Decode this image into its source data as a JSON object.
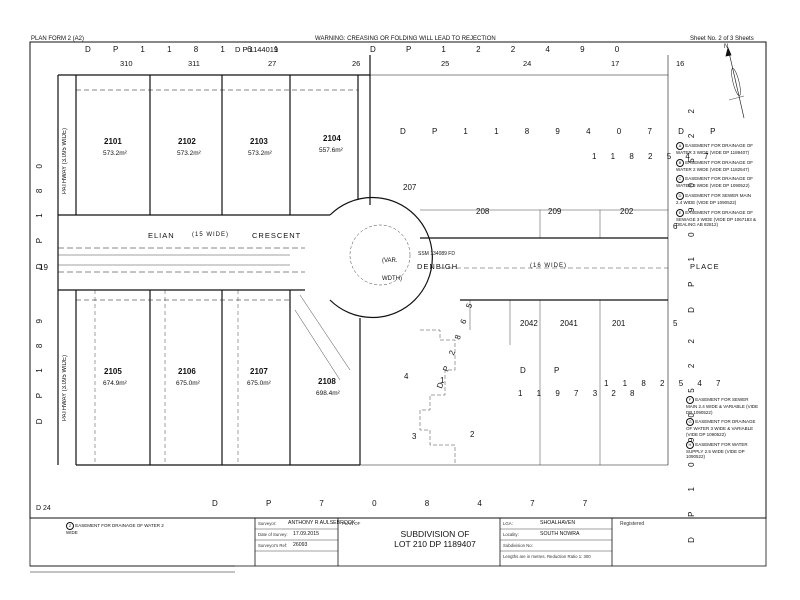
{
  "header": {
    "form": "PLAN FORM 2 (A2)",
    "warning": "WARNING: CREASING OR FOLDING WILL LEAD TO REJECTION",
    "sheet": "Sheet No. 2 of 3 Sheets"
  },
  "top_numbers": {
    "dp_left": "D P  1 1 8 1 6 1",
    "dp_left2": "D P 1144019",
    "lots": [
      "310",
      "311",
      "27",
      "26",
      "25",
      "24",
      "17",
      "16"
    ],
    "dp_right": "D P   1 2 2 4 9 0"
  },
  "lots": [
    {
      "id": "2101",
      "area": "573.2m²"
    },
    {
      "id": "2102",
      "area": "573.2m²"
    },
    {
      "id": "2103",
      "area": "573.2m²"
    },
    {
      "id": "2104",
      "area": "557.6m²"
    },
    {
      "id": "2105",
      "area": "674.9m²"
    },
    {
      "id": "2106",
      "area": "675.0m²"
    },
    {
      "id": "2107",
      "area": "675.0m²"
    },
    {
      "id": "2108",
      "area": "698.4m²"
    }
  ],
  "roads": {
    "elian": "ELIAN",
    "elian_width": "(15  WIDE)",
    "crescent": "CRESCENT",
    "denbigh": "DENBIGH",
    "denbigh_width": "(16  WIDE)",
    "place": "PLACE",
    "var": "(VAR.",
    "width": "WDTH)",
    "pathway1": "PATHWAY (3.095 WIDE)",
    "pathway2": "PATHWAY (3.095 WIDE)"
  },
  "neighbours": {
    "dp_mid": "D P   1 1 8 9 4 0 7   D P",
    "dp_right_top": "1 1 8 2 5 4 7",
    "lot_207": "207",
    "lot_208": "208",
    "lot_209": "209",
    "lot_202": "202",
    "lot_6": "6",
    "lot_5": "5",
    "lot_2042": "2042",
    "lot_2041": "2041",
    "lot_201": "201",
    "dp_lower": "1 1 9 7 3 2 8",
    "dp_lower_right": "1 1 8 2 5 4 7",
    "dp_bottom": "D P   7 0 8 4 7 7",
    "dp_side_right": "D P  1 0 9 0 5 2 2",
    "dp_side_right2": "D P  1 0 9 0 5 2 2",
    "dp_left_side": "D P  1 8 0",
    "dp_left_side2": "D P  1 8 9",
    "lot_24": "D 24",
    "lot_19": "19",
    "dp_286": "D P 2 8 6 5",
    "ssm": "SSM 134089 FD",
    "dp_small": "D P",
    "lot_3": "3",
    "lot_4": "4",
    "lot_1": "1",
    "lot_2": "2"
  },
  "legend_right_top": [
    {
      "sym": "A",
      "text": "EASEMENT FOR DRAINAGE OF WATER 3 WIDE (VIDE DP 1189407)"
    },
    {
      "sym": "B",
      "text": "EASEMENT FOR DRAINAGE OF WATER 2 WIDE (VIDE DP 1182547)"
    },
    {
      "sym": "C",
      "text": "EASEMENT FOR DRAINAGE OF WATER 3 WIDE (VIDE DP 1090522)"
    },
    {
      "sym": "D",
      "text": "EASEMENT FOR SEWER MAIN 2.4 WIDE (VIDE DP 1090522)"
    },
    {
      "sym": "E",
      "text": "EASEMENT FOR DRAINAGE OF SEWAGE 3 WIDE (VIDE DP 1067183 & DEALING AB 82812)"
    }
  ],
  "legend_right_bottom": [
    {
      "sym": "F",
      "text": "EASEMENT FOR SEWER MAIN 2.4 WIDE & VARIABLE (VIDE DP 1090522)"
    },
    {
      "sym": "G",
      "text": "EASEMENT FOR DRAINAGE OF WATER 3 WIDE & VARIABLE (VIDE DP 1090522)"
    },
    {
      "sym": "H",
      "text": "EASEMENT FOR WATER SUPPLY 2.5 WIDE (VIDE DP 1090522)"
    }
  ],
  "legend_bottom_left": {
    "sym": "Z",
    "text": "EASEMENT FOR DRAINAGE OF WATER 2 WIDE"
  },
  "title_block": {
    "surveyor_label": "Surveyor:",
    "surveyor": "ANTHONY R AULSEBROOK",
    "date_label": "Date of Survey:",
    "date": "17.09.2015",
    "ref_label": "Surveyor's Ref:",
    "ref": "26093",
    "plan_of_label": "PLAN OF",
    "plan_title_1": "SUBDIVISION OF",
    "plan_title_2": "LOT 210 DP 1189407",
    "lga_label": "LGA:",
    "lga": "SHOALHAVEN",
    "locality_label": "Locality:",
    "locality": "SOUTH NOWRA",
    "subdivision_label": "Subdivision No:",
    "lengths_note": "Lengths are in metres. Reduction Ratio 1: 300",
    "registered_label": "Registered"
  },
  "north": "N"
}
